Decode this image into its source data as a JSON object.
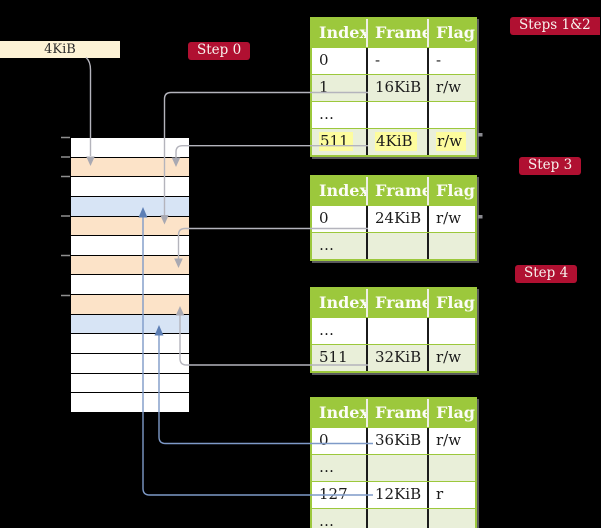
{
  "source_box": {
    "label": "4KiB"
  },
  "badges": {
    "step0": "Step 0",
    "steps12": "Steps 1&2",
    "step3": "Step 3",
    "step4": "Step 4"
  },
  "memory_column": {
    "rows": [
      "white",
      "orange",
      "white",
      "blue",
      "orange",
      "white",
      "orange",
      "white",
      "orange",
      "blue",
      "white",
      "white",
      "white",
      "white"
    ]
  },
  "tables": [
    {
      "id": "page-table-level-4",
      "headers": [
        "Index",
        "Frame",
        "Flags"
      ],
      "rows": [
        {
          "cells": [
            "0",
            "-",
            "-"
          ],
          "highlight": false
        },
        {
          "cells": [
            "1",
            "16KiB",
            "r/w"
          ],
          "highlight": false
        },
        {
          "cells": [
            "…",
            "",
            ""
          ],
          "highlight": false
        },
        {
          "cells": [
            "511",
            "4KiB",
            "r/w"
          ],
          "highlight": true
        }
      ]
    },
    {
      "id": "page-table-level-3",
      "headers": [
        "Index",
        "Frame",
        "Flags"
      ],
      "rows": [
        {
          "cells": [
            "0",
            "24KiB",
            "r/w"
          ],
          "highlight": false
        },
        {
          "cells": [
            "…",
            "",
            ""
          ],
          "highlight": false
        }
      ]
    },
    {
      "id": "page-table-level-2",
      "headers": [
        "Index",
        "Frame",
        "Flags"
      ],
      "rows": [
        {
          "cells": [
            "…",
            "",
            ""
          ],
          "highlight": false
        },
        {
          "cells": [
            "511",
            "32KiB",
            "r/w"
          ],
          "highlight": false
        }
      ]
    },
    {
      "id": "page-table-level-1",
      "headers": [
        "Index",
        "Frame",
        "Flags"
      ],
      "rows": [
        {
          "cells": [
            "0",
            "36KiB",
            "r/w"
          ],
          "highlight": false
        },
        {
          "cells": [
            "…",
            "",
            ""
          ],
          "highlight": false
        },
        {
          "cells": [
            "127",
            "12KiB",
            "r"
          ],
          "highlight": false
        },
        {
          "cells": [
            "…",
            "",
            ""
          ],
          "highlight": false
        }
      ]
    }
  ],
  "colors": {
    "background": "#000000",
    "badge_red": "#b01031",
    "header_green": "#9cc83c",
    "row_green": "#e9efd9",
    "row_white": "#ffffff",
    "frame_orange": "#fce3c8",
    "frame_blue": "#d7e4f5",
    "source_cream": "#fdf3d6",
    "highlight_yellow": "#fdfc9e",
    "connector_gray": "#b4b4bc",
    "connector_blue": "#7e9ac8"
  }
}
